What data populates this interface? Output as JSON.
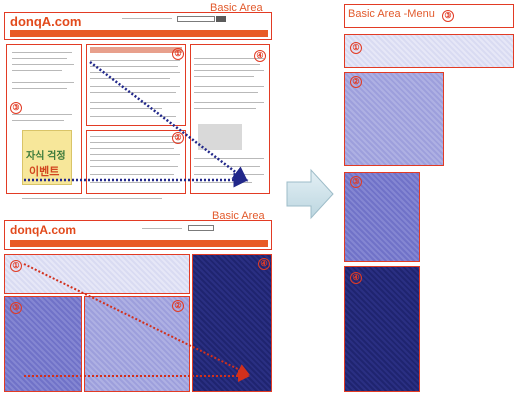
{
  "top_screenshot": {
    "area_label": "Basic Area",
    "logo": "donqA.com",
    "section_marks": [
      "①",
      "②",
      "③",
      "④"
    ],
    "ad_lines": [
      "자식 걱정",
      "이벤트"
    ]
  },
  "bottom_wireframe": {
    "area_label": "Basic Area",
    "logo": "donqA.com",
    "section_marks": [
      "①",
      "②",
      "③",
      "④"
    ]
  },
  "right_stack": {
    "menu_label": "Basic Area -Menu",
    "menu_mark": "③",
    "block_marks": [
      "①",
      "②",
      "③",
      "④"
    ]
  },
  "colors": {
    "outline_red": "#e23b24",
    "label_orange": "#e25a2c",
    "light_lavender": "#dfe0f4",
    "mid_periwinkle": "#a4a6df",
    "blue": "#7a7cce",
    "navy": "#24297a",
    "arrow_teal": "#cfe4ec"
  }
}
